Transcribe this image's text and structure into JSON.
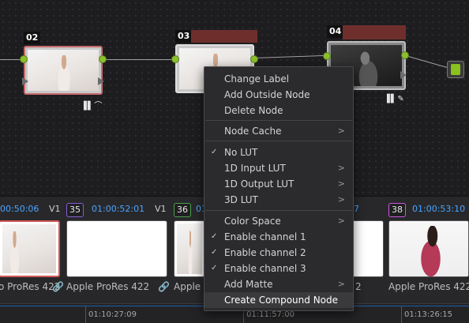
{
  "nodes": [
    {
      "id": "02",
      "label": ""
    },
    {
      "id": "03",
      "label": ""
    },
    {
      "id": "04",
      "label": ""
    }
  ],
  "node_icons": {
    "histogram": "bar-chart-icon",
    "curves": "curves-icon",
    "picker": "eyedropper-icon"
  },
  "context_menu": {
    "change_label": "Change Label",
    "add_outside_node": "Add Outside Node",
    "delete_node": "Delete Node",
    "node_cache": "Node Cache",
    "no_lut": "No LUT",
    "input_lut_1d": "1D Input LUT",
    "output_lut_1d": "1D Output LUT",
    "lut_3d": "3D LUT",
    "color_space": "Color Space",
    "enable_channel_1": "Enable channel 1",
    "enable_channel_2": "Enable channel 2",
    "enable_channel_3": "Enable channel 3",
    "add_matte": "Add Matte",
    "create_compound_node": "Create Compound Node",
    "check": "✓",
    "submenu_arrow": ">"
  },
  "clips": [
    {
      "num": "",
      "tc": "00:50:06",
      "track": "V1",
      "codec": "o ProRes 422",
      "badge_color": "#a24f8f"
    },
    {
      "num": "35",
      "tc": "01:00:52:01",
      "track": "V1",
      "codec": "Apple ProRes 422",
      "badge_color": "#8a5bd6"
    },
    {
      "num": "36",
      "tc": "01:0",
      "track": "",
      "codec": "Apple P",
      "badge_color": "#4aa04a"
    },
    {
      "num": "",
      "tc": "7",
      "track": "",
      "codec": "2",
      "badge_color": "#3a7bd5"
    },
    {
      "num": "38",
      "tc": "01:00:53:10",
      "track": "",
      "codec": "Apple ProRes 422",
      "badge_color": "#c95ad9"
    }
  ],
  "link_icon": "🔗",
  "timeline": {
    "tc1": "01:10:27:09",
    "tc2": "01:11:57:00",
    "tc3": "01:13:26:15"
  },
  "colors": {
    "accent_blue": "#4aa4ff",
    "node_port_green": "#8bbf2e",
    "active_clip_border": "#d05858",
    "label_bar_red": "#6e2f2c"
  }
}
